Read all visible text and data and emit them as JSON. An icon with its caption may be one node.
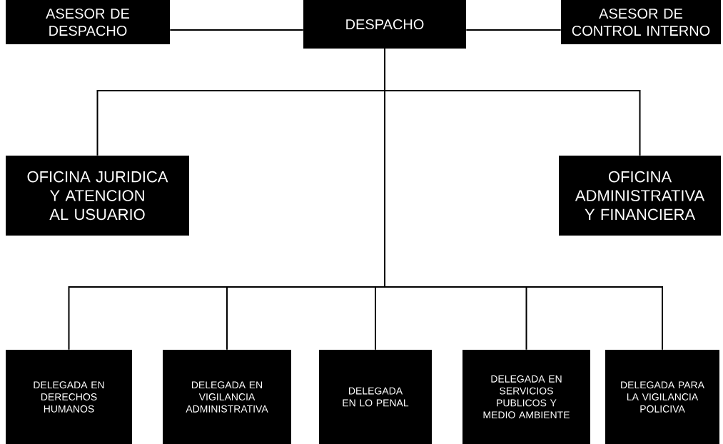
{
  "diagram": {
    "nodes": [
      {
        "text": [
          "DESPACHO"
        ]
      },
      {
        "text": [
          "ASESOR DE DESPACHO"
        ]
      },
      {
        "text": [
          "ASESOR DE CONTROL INTERNO"
        ]
      },
      {
        "text": [
          "OFICINA JURIDICA Y ATENCION AL USUARIO"
        ]
      },
      {
        "text": [
          "OFICINA ADMINISTRATIVA Y FINANCIERA"
        ]
      },
      {
        "text": [
          "DELEGADA EN DERECHOS HUMANOS"
        ]
      },
      {
        "text": [
          "DELEGADA EN VIGILANCIA ADMINISTRATIVA"
        ]
      },
      {
        "text": [
          "DELEGADA EN LO PENAL"
        ]
      },
      {
        "text": [
          "DELEGADA EN SERVICIOS PUBLICOS Y MEDIO AMBIENTE"
        ]
      },
      {
        "text": [
          "DELEGADA PARA LA VIGILANCIA POLICIVA"
        ]
      }
    ],
    "edges": [
      {
        "from": 0,
        "to": 1,
        "arrow": "none"
      },
      {
        "from": 0,
        "to": 2,
        "arrow": "none"
      },
      {
        "from": 0,
        "to": 3,
        "arrow": "none"
      },
      {
        "from": 0,
        "to": 4,
        "arrow": "none"
      },
      {
        "from": 0,
        "to": 5,
        "arrow": "none"
      },
      {
        "from": 0,
        "to": 6,
        "arrow": "none"
      },
      {
        "from": 0,
        "to": 7,
        "arrow": "none"
      },
      {
        "from": 0,
        "to": 8,
        "arrow": "none"
      },
      {
        "from": 0,
        "to": 9,
        "arrow": "none"
      }
    ]
  }
}
